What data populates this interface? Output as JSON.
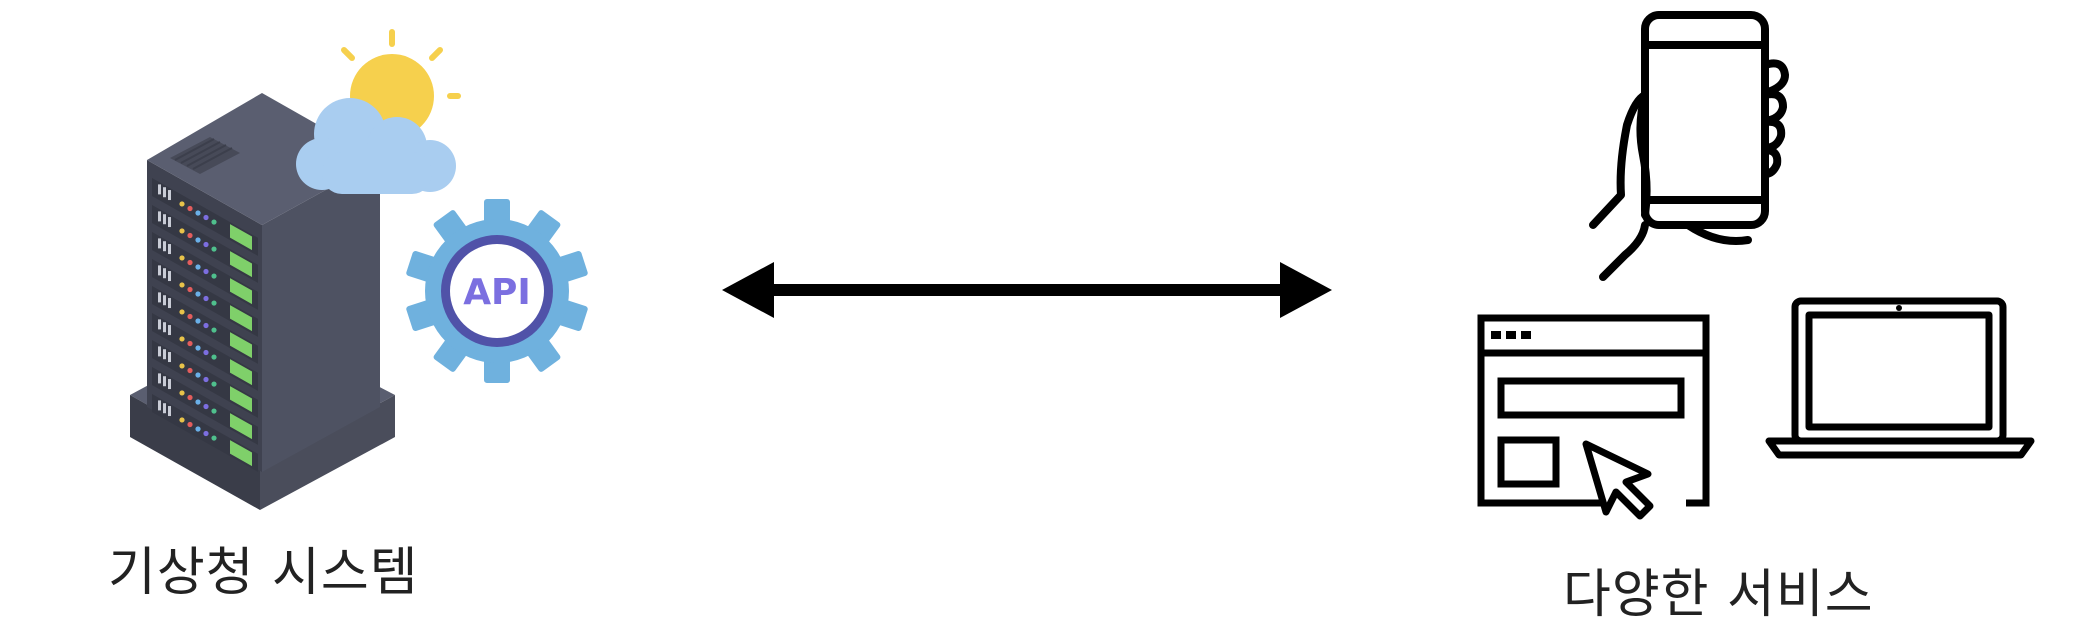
{
  "left": {
    "caption": "기상청 시스템",
    "badge_text": "API",
    "icons": [
      "server-rack-icon",
      "sun-icon",
      "cloud-icon",
      "api-gear-icon"
    ]
  },
  "right": {
    "caption": "다양한 서비스",
    "icons": [
      "smartphone-in-hand-icon",
      "web-browser-icon",
      "cursor-icon",
      "laptop-icon"
    ]
  },
  "connector": {
    "type": "bidirectional-arrow"
  },
  "colors": {
    "server_dark": "#3f4250",
    "server_mid": "#4e5262",
    "server_light": "#5a5e70",
    "sun": "#f6d04d",
    "cloud": "#a9cdf0",
    "gear": "#6fb1de",
    "gear_ring": "#5052a8",
    "api_text": "#7b6fe0",
    "line": "#000000"
  }
}
